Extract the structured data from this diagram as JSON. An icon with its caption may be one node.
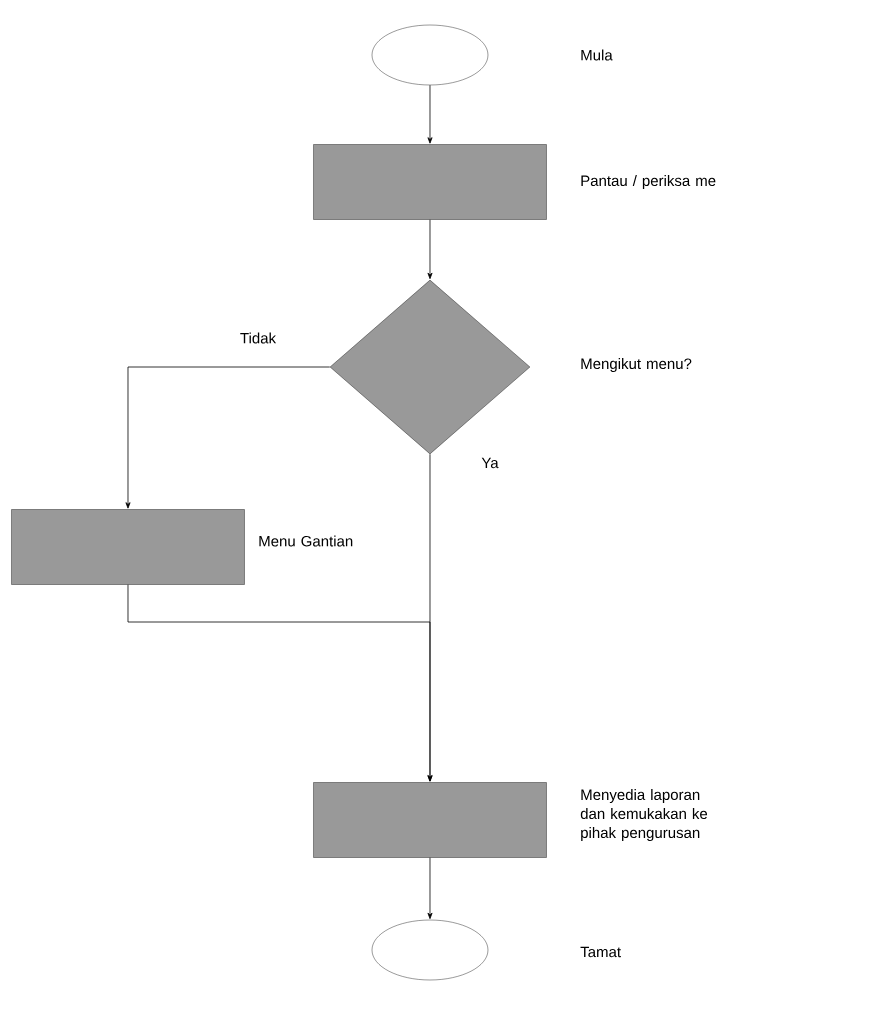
{
  "diagram": {
    "nodes": [
      {
        "text": [],
        "shape": "ellipse"
      },
      {
        "text": [],
        "shape": "box",
        "beside": [
          "Pantau / periksa me"
        ]
      },
      {
        "text": [],
        "shape": "diamond",
        "beside": [
          "Mengikut menu?"
        ]
      },
      {
        "text": [],
        "shape": "box",
        "beside": [
          "Menu Gantian"
        ]
      },
      {
        "text": [],
        "shape": "box",
        "beside": [
          "Menyedia laporan dan kemukakan ke pihak pengurusan"
        ]
      },
      {
        "text": [],
        "shape": "ellipse"
      }
    ],
    "labels": [
      "Mula",
      "Tamat"
    ],
    "edges": [
      {
        "from": 0,
        "to": 1,
        "arrow": "to"
      },
      {
        "from": 1,
        "to": 2,
        "arrow": "to"
      },
      {
        "from": 2,
        "to": 3,
        "arrow": "to",
        "label": "Tidak"
      },
      {
        "from": 2,
        "to": 4,
        "arrow": "to",
        "label": "Ya"
      },
      {
        "from": 3,
        "to": 4,
        "arrow": "to"
      },
      {
        "from": 4,
        "to": 5,
        "arrow": "to"
      }
    ]
  }
}
